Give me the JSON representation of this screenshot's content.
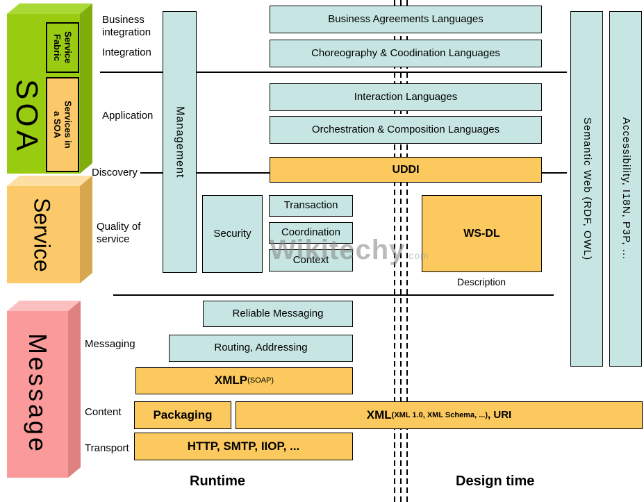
{
  "colors": {
    "light_blue": "#C7E6E3",
    "orange": "#FBC95E",
    "green_front": "#99CC11",
    "green_top": "#A9D837",
    "green_side": "#7FAE0C",
    "tan_front": "#FBC96A",
    "tan_top": "#FDDFA4",
    "tan_side": "#D8A64E",
    "pink_front": "#FA9A9A",
    "pink_top": "#FCBFBF",
    "pink_side": "#DE8181"
  },
  "pillars": {
    "soa": {
      "label": "SOA",
      "fabric": "Service\nFabric",
      "services": "Services in\na SOA"
    },
    "service": {
      "label": "Service"
    },
    "message": {
      "label": "Message"
    }
  },
  "row_labels": {
    "business_integration": "Business\nintegration",
    "integration": "Integration",
    "application": "Application",
    "discovery": "Discovery",
    "quality": "Quality of\nservice",
    "messaging": "Messaging",
    "content": "Content",
    "transport": "Transport"
  },
  "columns": {
    "management": "Management",
    "semantic_web": "Semantic Web (RDF, OWL)",
    "accessibility": "Accessibility, I18N, P3P, ..."
  },
  "bars": {
    "business_agreements": "Business Agreements Languages",
    "choreography": "Choreography & Coodination Languages",
    "interaction": "Interaction Languages",
    "orchestration": "Orchestration & Composition Languages",
    "uddi": "UDDI",
    "security": "Security",
    "transaction": "Transaction",
    "coordination": "Coordination",
    "context": "Context",
    "wsdl": "WS-DL",
    "reliable_messaging": "Reliable Messaging",
    "routing": "Routing, Addressing",
    "xmlp": {
      "main": "XMLP",
      "sub": " (SOAP)"
    },
    "packaging": "Packaging",
    "xml": {
      "main": "XML",
      "sub": " (XML 1.0, XML Schema, ...)",
      "suffix": " , URI"
    },
    "http": "HTTP, SMTP, IIOP, ..."
  },
  "zones": {
    "runtime": "Runtime",
    "design_time": "Design time",
    "description": "Description"
  },
  "watermark": {
    "name": "Wikitechy",
    "tld": ".com"
  }
}
